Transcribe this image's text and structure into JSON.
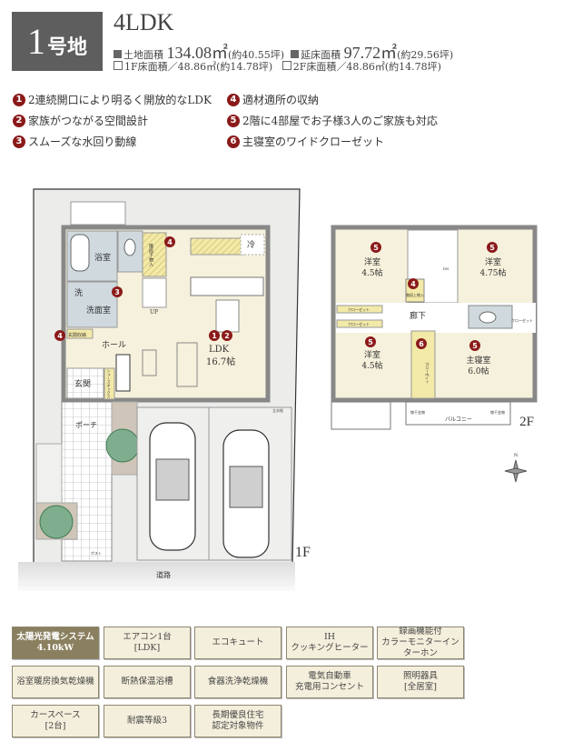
{
  "header": {
    "lot_number": "1",
    "lot_suffix": "号地",
    "layout": "4LDK",
    "land_area_label": "土地面積",
    "land_area": "134.08㎡",
    "land_area_tsubo": "(約40.55坪)",
    "floor_area_label": "延床面積",
    "floor_area": "97.72㎡",
    "floor_area_tsubo": "(約29.56坪)",
    "f1_area": "1F床面積／48.86㎡(約14.78坪)",
    "f2_area": "2F床面積／48.86㎡(約14.78坪)"
  },
  "features": [
    {
      "num": "1",
      "text": "2連続開口により明るく開放的なLDK"
    },
    {
      "num": "2",
      "text": "家族がつながる空間設計"
    },
    {
      "num": "3",
      "text": "スムーズな水回り動線"
    },
    {
      "num": "4",
      "text": "適材適所の収納"
    },
    {
      "num": "5",
      "text": "2階に4部屋でお子様3人のご家族も対応"
    },
    {
      "num": "6",
      "text": "主寝室のワイドクローゼット"
    }
  ],
  "colors": {
    "accent": "#8b1a1a",
    "lot_box": "#5e5e5e",
    "chip": "#f4efdc",
    "chip_dark": "#8a7f5f"
  },
  "plan1f": {
    "floor": "1F",
    "bath": "浴室",
    "wash": "洗",
    "washroom": "洗面室",
    "entry_storage": "玄関収納",
    "hall": "ホール",
    "genkan": "玄関",
    "porch": "ポーチ",
    "ldk": "LDK",
    "ldk_size": "16.7帖",
    "fridge": "冷",
    "up": "UP",
    "stair_storage": "階段下物入",
    "shoes": "シューズボックス",
    "faucet": "立水栓",
    "post": "ポスト",
    "road": "道路"
  },
  "plan2f": {
    "floor": "2F",
    "room_nw": "洋室",
    "room_nw_size": "4.5帖",
    "room_ne": "洋室",
    "room_ne_size": "4.75帖",
    "room_sw": "洋室",
    "room_sw_size": "4.5帖",
    "master": "主寝室",
    "master_size": "6.0帖",
    "hallway": "廊下",
    "stair_storage": "階段上物入",
    "dn": "DN",
    "closet": "クローゼット",
    "balcony": "バルコニー",
    "hanger": "物干金物",
    "compass": "N"
  },
  "equipment": [
    {
      "label": "太陽光発電システム\n4.10kW",
      "highlight": true
    },
    {
      "label": "エアコン1台\n[LDK]"
    },
    {
      "label": "エコキュート"
    },
    {
      "label": "IH\nクッキングヒーター"
    },
    {
      "label": "録画機能付\nカラーモニターインターホン"
    },
    {
      "label": "浴室暖房換気乾燥機"
    },
    {
      "label": "断熱保温浴槽"
    },
    {
      "label": "食器洗浄乾燥機"
    },
    {
      "label": "電気自動車\n充電用コンセント"
    },
    {
      "label": "照明器具\n[全居室]"
    },
    {
      "label": "カースペース\n[2台]"
    },
    {
      "label": "耐震等級3"
    },
    {
      "label": "長期優良住宅\n認定対象物件"
    }
  ]
}
